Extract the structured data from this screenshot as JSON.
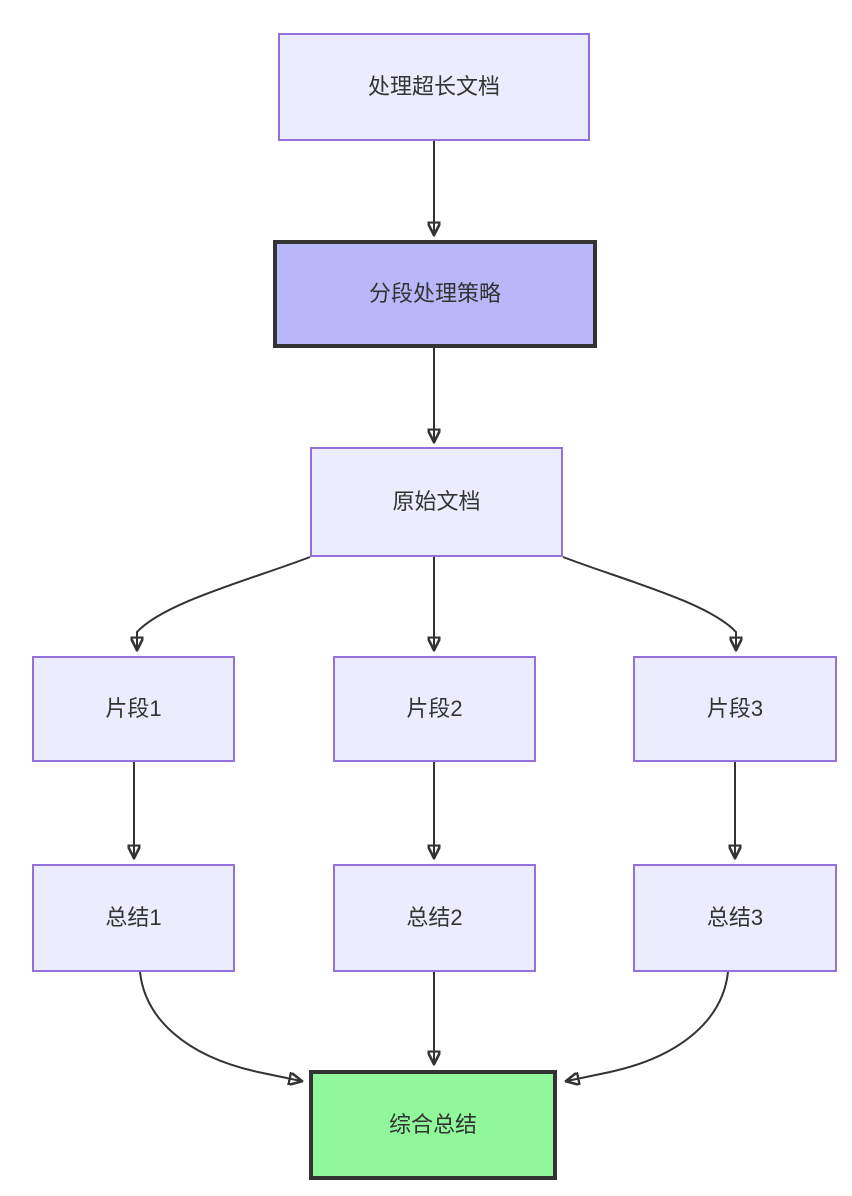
{
  "diagram": {
    "type": "flowchart",
    "direction": "top-down",
    "nodes": {
      "process_doc": {
        "label": "处理超长文档",
        "style": "default"
      },
      "strategy": {
        "label": "分段处理策略",
        "style": "highlight-purple"
      },
      "original_doc": {
        "label": "原始文档",
        "style": "default"
      },
      "fragment_1": {
        "label": "片段1",
        "style": "default"
      },
      "fragment_2": {
        "label": "片段2",
        "style": "default"
      },
      "fragment_3": {
        "label": "片段3",
        "style": "default"
      },
      "summary_1": {
        "label": "总结1",
        "style": "default"
      },
      "summary_2": {
        "label": "总结2",
        "style": "default"
      },
      "summary_3": {
        "label": "总结3",
        "style": "default"
      },
      "final_summary": {
        "label": "综合总结",
        "style": "highlight-green"
      }
    },
    "edges": [
      {
        "from": "process_doc",
        "to": "strategy"
      },
      {
        "from": "strategy",
        "to": "original_doc"
      },
      {
        "from": "original_doc",
        "to": "fragment_1"
      },
      {
        "from": "original_doc",
        "to": "fragment_2"
      },
      {
        "from": "original_doc",
        "to": "fragment_3"
      },
      {
        "from": "fragment_1",
        "to": "summary_1"
      },
      {
        "from": "fragment_2",
        "to": "summary_2"
      },
      {
        "from": "fragment_3",
        "to": "summary_3"
      },
      {
        "from": "summary_1",
        "to": "final_summary"
      },
      {
        "from": "summary_2",
        "to": "final_summary"
      },
      {
        "from": "summary_3",
        "to": "final_summary"
      }
    ],
    "colors": {
      "bg": "#ffffff",
      "node_fill": "#ECECFF",
      "node_border": "#9370DB",
      "strategy_fill": "#b8b8f8",
      "final_fill": "#90f79b",
      "dark_border": "#333333",
      "edge": "#333333",
      "text": "#333333"
    }
  }
}
